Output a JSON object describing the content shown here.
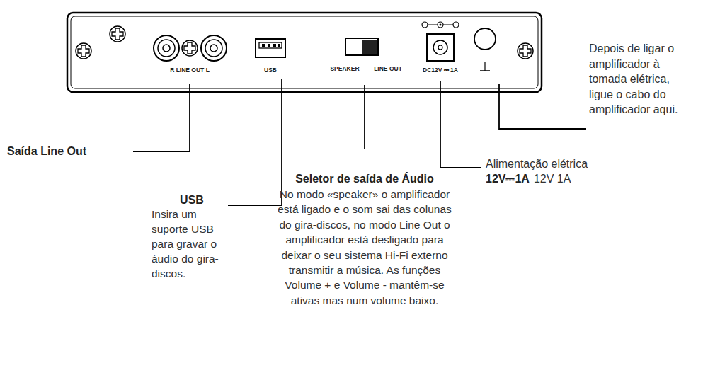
{
  "diagram": {
    "labels": [
      "R LINE OUT L",
      "USB",
      "SPEAKER",
      "LINE OUT",
      "DC12V ⎓ 1A",
      "Saída Line Out",
      "USB",
      "Insira um suporte USB para gravar o áudio do gira-discos.",
      "Seletor de saída de Áudio",
      "No modo «speaker» o amplificador está ligado e o som sai das colunas do gira-discos, no modo Line Out o amplificador está desligado para deixar o seu sistema Hi-Fi externo transmitir a música. As funções Volume + e Volume - mantêm-se ativas mas num volume baixo.",
      "Alimentação elétrica",
      "12V⎓1A",
      "12V 1A",
      "Depois de ligar o amplificador à tomada elétrica, ligue o cabo do amplificador aqui."
    ]
  }
}
